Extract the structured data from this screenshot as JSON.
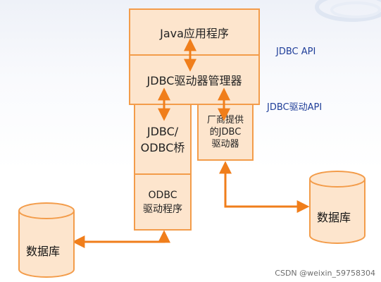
{
  "boxes": {
    "java_app": "Java应用程序",
    "driver_manager": "JDBC驱动器管理器",
    "bridge": "JDBC/\nODBC桥",
    "odbc_driver": "ODBC\n驱动程序",
    "vendor_driver": "厂商提供\n的JDBC\n驱动器"
  },
  "labels": {
    "jdbc_api": "JDBC API",
    "jdbc_driver_api": "JDBC驱动API"
  },
  "databases": {
    "left": "数据库",
    "right": "数据库"
  },
  "watermark": "CSDN @weixin_59758304",
  "colors": {
    "box_fill": "#fde5cd",
    "box_border": "#f39c4a",
    "arrow": "#f07e1b",
    "label_text": "#1f3e99"
  }
}
